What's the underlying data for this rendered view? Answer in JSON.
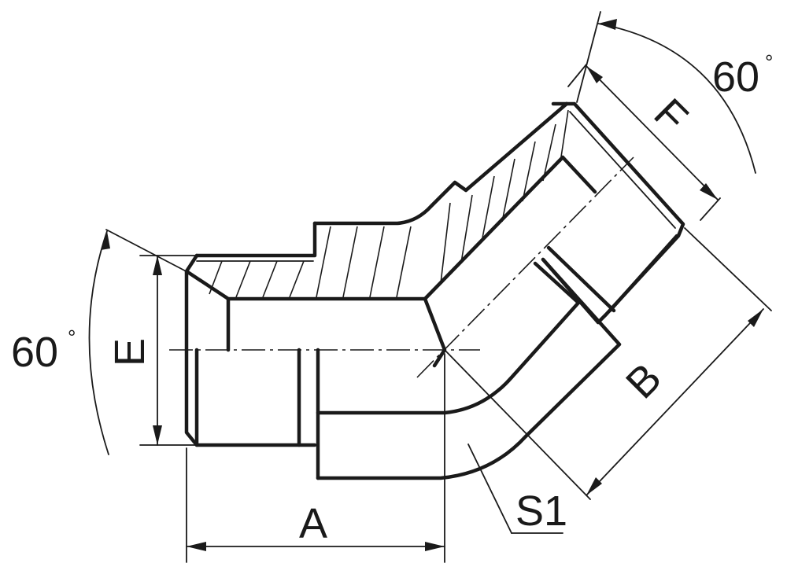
{
  "labels": {
    "a": "A",
    "b": "B",
    "e": "E",
    "f": "F",
    "s1": "S1",
    "angle_left": "60",
    "angle_right": "60",
    "degree_symbol": "°"
  }
}
